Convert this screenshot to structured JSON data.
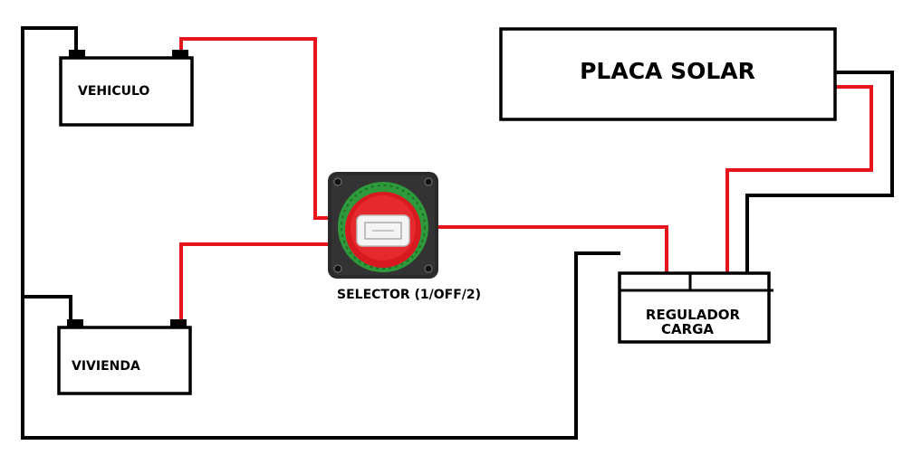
{
  "labels": {
    "battery_vehicle": "VEHICULO",
    "battery_home": "VIVIENDA",
    "solar_panel": "PLACA SOLAR",
    "selector": "SELECTOR (1/OFF/2)",
    "regulator_line1": "REGULADOR",
    "regulator_line2": "CARGA"
  },
  "colors": {
    "positive_wire": "#e8141d",
    "negative_wire": "#000000",
    "selector_body": "#2a2a2a",
    "selector_knob": "#d8191f",
    "selector_ring": "#2f9a3c",
    "outline": "#000000",
    "background": "#ffffff"
  },
  "icons": {
    "selector": "battery-selector-switch-icon",
    "battery": "battery-icon",
    "solar_panel": "solar-panel-icon",
    "regulator": "charge-regulator-icon"
  }
}
